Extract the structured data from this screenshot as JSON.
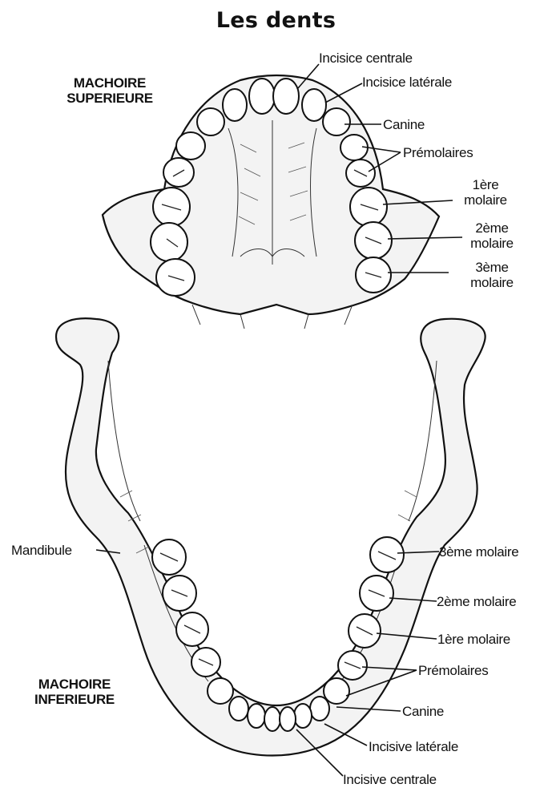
{
  "title": "Les dents",
  "upper": {
    "heading_line1": "MACHOIRE",
    "heading_line2": "SUPERIEURE",
    "labels": {
      "central_incisor": "Incisice centrale",
      "lateral_incisor": "Incisice latérale",
      "canine": "Canine",
      "premolars": "Prémolaires",
      "first_molar_line1": "1ère",
      "first_molar_line2": "molaire",
      "second_molar_line1": "2ème",
      "second_molar_line2": "molaire",
      "third_molar_line1": "3ème",
      "third_molar_line2": "molaire"
    }
  },
  "lower": {
    "heading_line1": "MACHOIRE",
    "heading_line2": "INFERIEURE",
    "labels": {
      "mandible": "Mandibule",
      "third_molar": "3ème molaire",
      "second_molar": "2ème molaire",
      "first_molar": "1ère molaire",
      "premolars": "Prémolaires",
      "canine": "Canine",
      "lateral_incisor": "Incisive latérale",
      "central_incisor": "Incisive centrale"
    }
  }
}
